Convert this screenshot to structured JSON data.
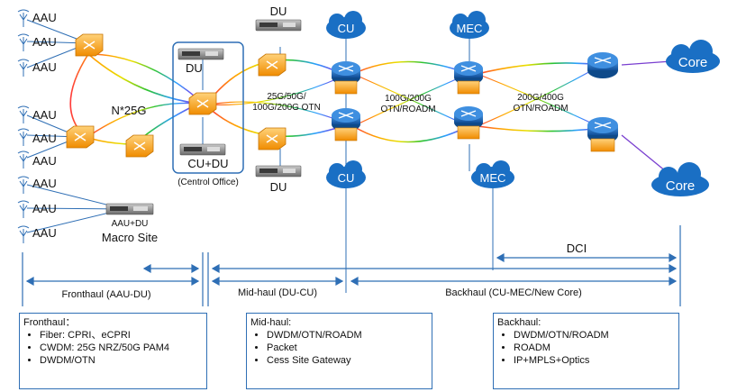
{
  "labels": {
    "aau": "AAU",
    "du": "DU",
    "cu": "CU",
    "mec": "MEC",
    "core": "Core",
    "cu_du": "CU+DU",
    "central_office": "(Centrol Office)",
    "aau_du": "AAU+DU",
    "macro_site": "Macro Site",
    "n25g": "N*25G",
    "midhaul_rates_1": "25G/50G/",
    "midhaul_rates_2": "100G/200G OTN",
    "core_rates_1": "100G/200G",
    "core_rates_2": "OTN/ROADM",
    "backhaul_rates_1": "200G/400G",
    "backhaul_rates_2": "OTN/ROADM",
    "dci": "DCI"
  },
  "segments": {
    "fronthaul": "Fronthaul  (AAU-DU)",
    "midhaul": "Mid-haul (DU-CU)",
    "backhaul": "Backhaul (CU-MEC/New Core)"
  },
  "boxes": {
    "fronthaul": {
      "title": "Fronthaul：",
      "items": [
        "Fiber: CPRI、eCPRI",
        "CWDM: 25G NRZ/50G PAM4",
        "DWDM/OTN"
      ]
    },
    "midhaul": {
      "title": "Mid-haul:",
      "items": [
        "DWDM/OTN/ROADM",
        "Packet",
        "Cess Site Gateway"
      ]
    },
    "backhaul": {
      "title": "Backhaul:",
      "items": [
        "DWDM/OTN/ROADM",
        "ROADM",
        "IP+MPLS+Optics"
      ]
    }
  },
  "colors": {
    "accent_blue": "#2f6fb5",
    "cloud_blue": "#1a6fc4",
    "router_blue": "#1d63b3",
    "switch_orange": "#f5a623"
  }
}
